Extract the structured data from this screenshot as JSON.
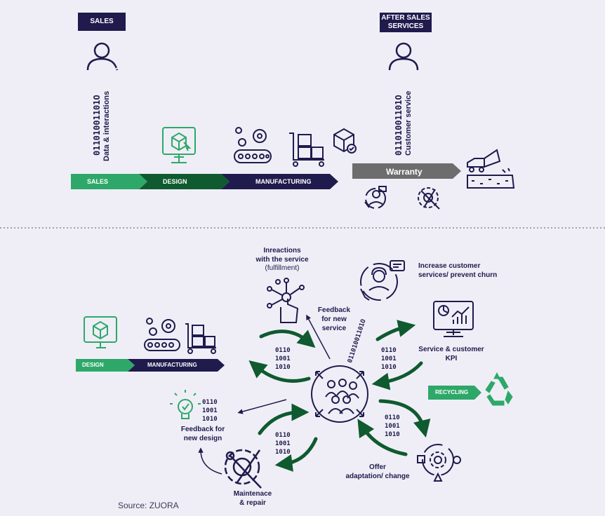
{
  "top": {
    "sales_header": "SALES",
    "after_sales_header": "AFTER SALES SERVICES",
    "sales_binary": "01101001101O",
    "sales_vertical_label": "Data & interactions",
    "after_binary": "01101001101O",
    "after_vertical_label": "Customer service",
    "pipeline": {
      "sales": "SALES",
      "design": "DESIGN",
      "manufacturing": "MANUFACTURING",
      "warranty": "Warranty"
    }
  },
  "bottom": {
    "interactions": "Inreactions\nwith the service",
    "interactions_sub": "(fulfillment)",
    "increase": "Increase customer\nservices/ prevent churn",
    "feedback_service": "Feedback\nfor new\nservice",
    "diagonal_binary": "01101001101O",
    "kpi": "Service & customer\nKPI",
    "recycling": "RECYCLING",
    "design": "DESIGN",
    "manufacturing": "MANUFACTURING",
    "binary_block": "0110\n1001\n1010",
    "feedback_design": "Feedback for\nnew design",
    "offer": "Offer\nadaptation/ change",
    "maintenance": "Maintenace\n& repair",
    "source": "Source: ZUORA"
  },
  "colors": {
    "navy": "#1f1b4d",
    "green": "#2ea869",
    "darkgreen": "#0f5a2f",
    "gray": "#6d6d6d",
    "bg": "#efeef6"
  }
}
